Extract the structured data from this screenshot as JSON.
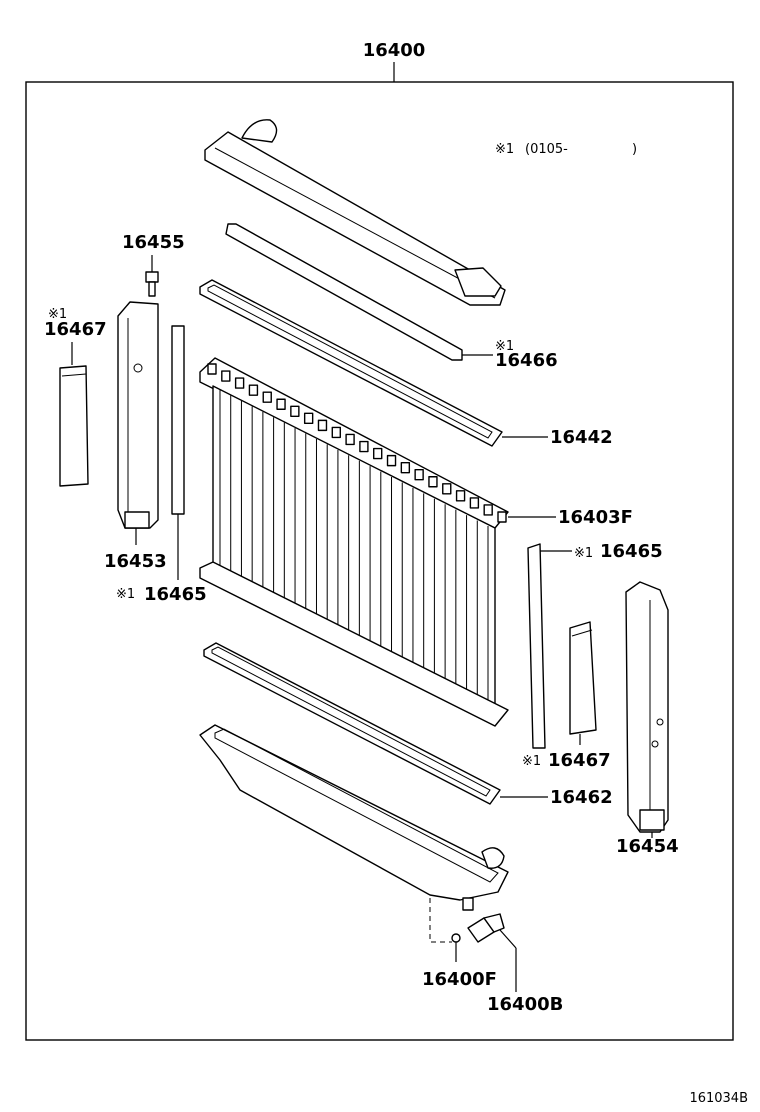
{
  "labels": {
    "assembly": "16400",
    "tank_upper_seal": "16466",
    "upper_gasket": "16442",
    "core": "16403F",
    "side_seal_right": "16465",
    "side_seal_left": "16465",
    "foam_right": "16467",
    "foam_left": "16467",
    "lower_gasket": "16462",
    "bracket_left": "16453",
    "bracket_right": "16454",
    "bolt": "16455",
    "drain_oring": "16400F",
    "drain_cock": "16400B"
  },
  "notes": {
    "mark": "※1",
    "range": "(0105-",
    "range_close": ")"
  },
  "footer": {
    "diagram_ref": "161034B"
  }
}
